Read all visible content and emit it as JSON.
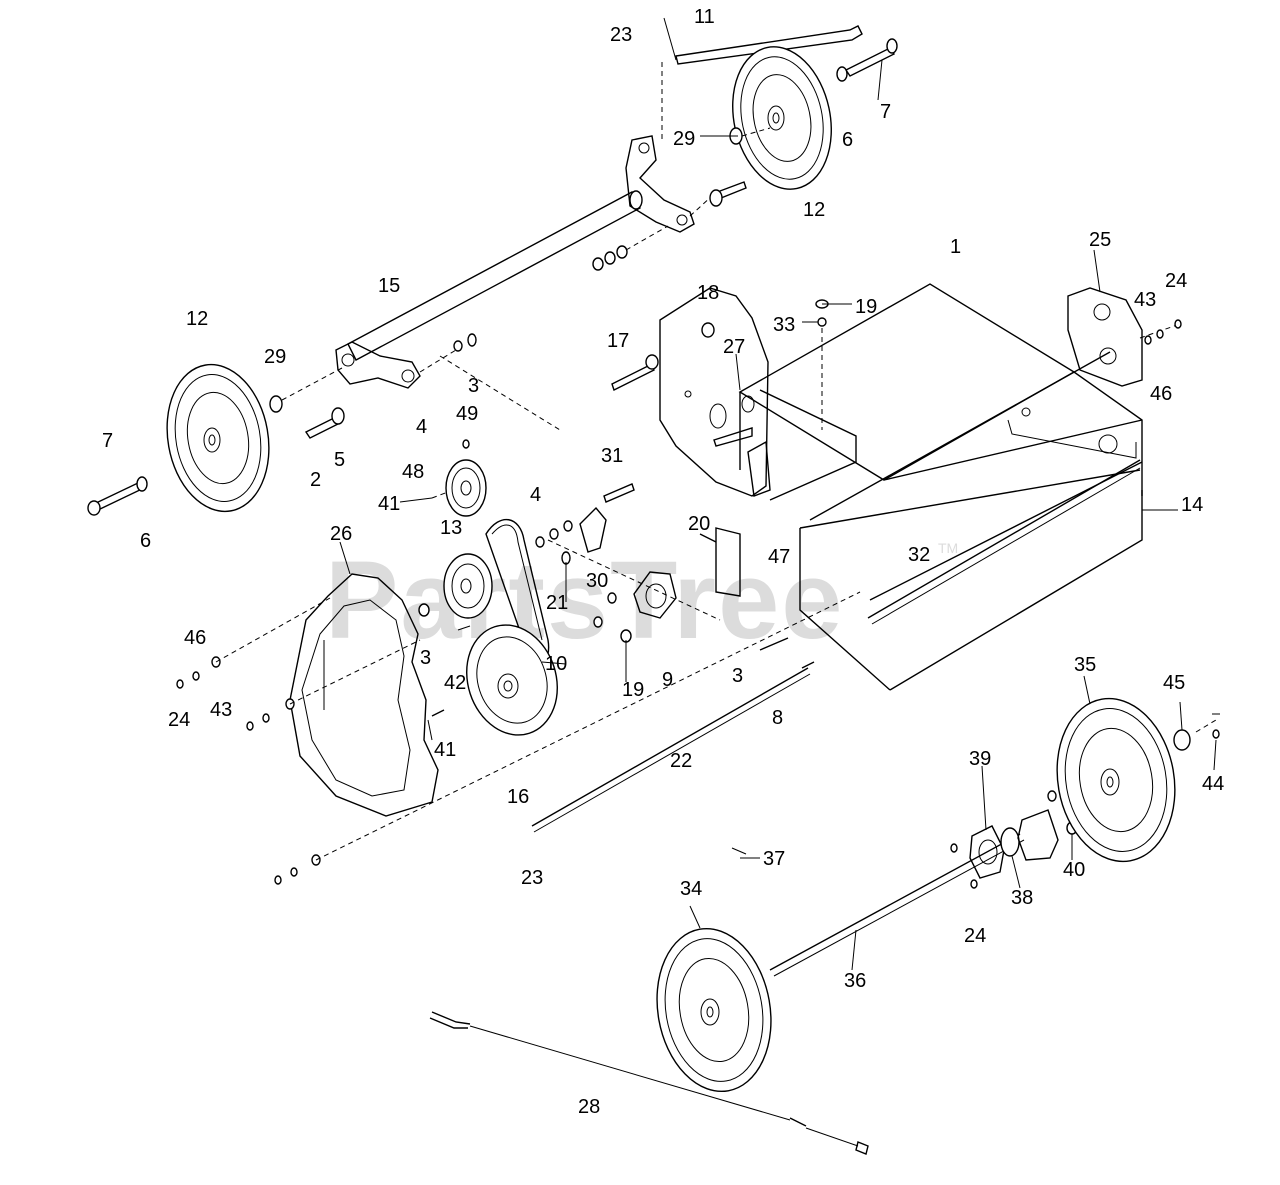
{
  "watermark": {
    "text": "PartsTree",
    "tm": "TM"
  },
  "callouts": [
    {
      "text": "23"
    },
    {
      "text": "11"
    },
    {
      "text": "7"
    },
    {
      "text": "29"
    },
    {
      "text": "6"
    },
    {
      "text": "12"
    },
    {
      "text": "1"
    },
    {
      "text": "25"
    },
    {
      "text": "24"
    },
    {
      "text": "43"
    },
    {
      "text": "46"
    },
    {
      "text": "15"
    },
    {
      "text": "12"
    },
    {
      "text": "18"
    },
    {
      "text": "19"
    },
    {
      "text": "33"
    },
    {
      "text": "17"
    },
    {
      "text": "27"
    },
    {
      "text": "29"
    },
    {
      "text": "3"
    },
    {
      "text": "49"
    },
    {
      "text": "7"
    },
    {
      "text": "4"
    },
    {
      "text": "5"
    },
    {
      "text": "31"
    },
    {
      "text": "2"
    },
    {
      "text": "48"
    },
    {
      "text": "41"
    },
    {
      "text": "4"
    },
    {
      "text": "6"
    },
    {
      "text": "14"
    },
    {
      "text": "26"
    },
    {
      "text": "13"
    },
    {
      "text": "20"
    },
    {
      "text": "47"
    },
    {
      "text": "32"
    },
    {
      "text": "30"
    },
    {
      "text": "21"
    },
    {
      "text": "46"
    },
    {
      "text": "3"
    },
    {
      "text": "42"
    },
    {
      "text": "10"
    },
    {
      "text": "19"
    },
    {
      "text": "9"
    },
    {
      "text": "3"
    },
    {
      "text": "24"
    },
    {
      "text": "43"
    },
    {
      "text": "8"
    },
    {
      "text": "35"
    },
    {
      "text": "45"
    },
    {
      "text": "41"
    },
    {
      "text": "44"
    },
    {
      "text": "16"
    },
    {
      "text": "22"
    },
    {
      "text": "39"
    },
    {
      "text": "37"
    },
    {
      "text": "40"
    },
    {
      "text": "23"
    },
    {
      "text": "34"
    },
    {
      "text": "38"
    },
    {
      "text": "24"
    },
    {
      "text": "36"
    },
    {
      "text": "28"
    }
  ]
}
